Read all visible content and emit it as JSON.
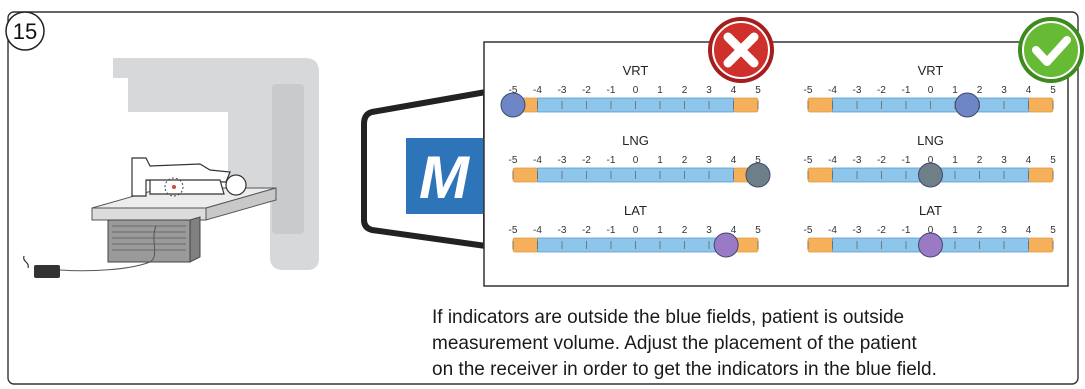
{
  "step": {
    "number": "15"
  },
  "logo": {
    "letter": "M"
  },
  "tick_labels": [
    "-5",
    "-4",
    "-3",
    "-2",
    "-1",
    "0",
    "1",
    "2",
    "3",
    "4",
    "5"
  ],
  "panels": [
    {
      "status": "incorrect",
      "status_icon": "x-icon",
      "status_color": "#c62828",
      "rows": [
        {
          "label": "VRT",
          "indicator_value": -5,
          "indicator_color": "#6f86c6"
        },
        {
          "label": "LNG",
          "indicator_value": 5,
          "indicator_color": "#6f7f8a"
        },
        {
          "label": "LAT",
          "indicator_value": 3.7,
          "indicator_color": "#9a7ac4"
        }
      ]
    },
    {
      "status": "correct",
      "status_icon": "checkmark-icon",
      "status_color": "#5cb531",
      "rows": [
        {
          "label": "VRT",
          "indicator_value": 1.5,
          "indicator_color": "#6f86c6"
        },
        {
          "label": "LNG",
          "indicator_value": 0,
          "indicator_color": "#6f7f8a"
        },
        {
          "label": "LAT",
          "indicator_value": 0,
          "indicator_color": "#9a7ac4"
        }
      ]
    }
  ],
  "colors": {
    "blue_field": "#8ec5ea",
    "orange_field": "#f6b05a"
  },
  "caption": {
    "line1": "If indicators are outside the blue fields, patient is outside",
    "line2": "measurement volume. Adjust the placement of the patient",
    "line3": "on the receiver in order to get the indicators in the blue field."
  }
}
